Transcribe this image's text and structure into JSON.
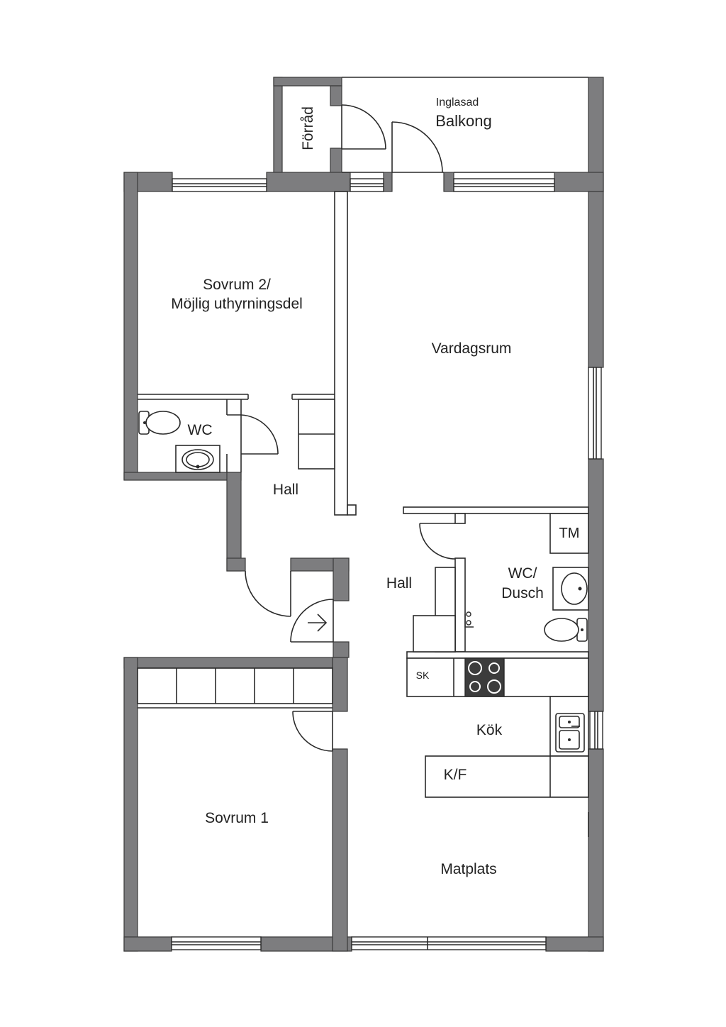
{
  "rooms": {
    "forrad": "Förråd",
    "balkong_top": "Inglasad",
    "balkong_bottom": "Balkong",
    "sovrum2_line1": "Sovrum 2/",
    "sovrum2_line2": "Möjlig uthyrningsdel",
    "vardagsrum": "Vardagsrum",
    "wc": "WC",
    "hall_upper": "Hall",
    "hall_lower": "Hall",
    "tm": "TM",
    "wc_dusch_line1": "WC/",
    "wc_dusch_line2": "Dusch",
    "sk": "SK",
    "kok": "Kök",
    "kf": "K/F",
    "sovrum1": "Sovrum 1",
    "matplats": "Matplats"
  },
  "colors": {
    "wall": "#7d7d7f",
    "line": "#2a2a2a",
    "stove": "#3c3c3c"
  }
}
